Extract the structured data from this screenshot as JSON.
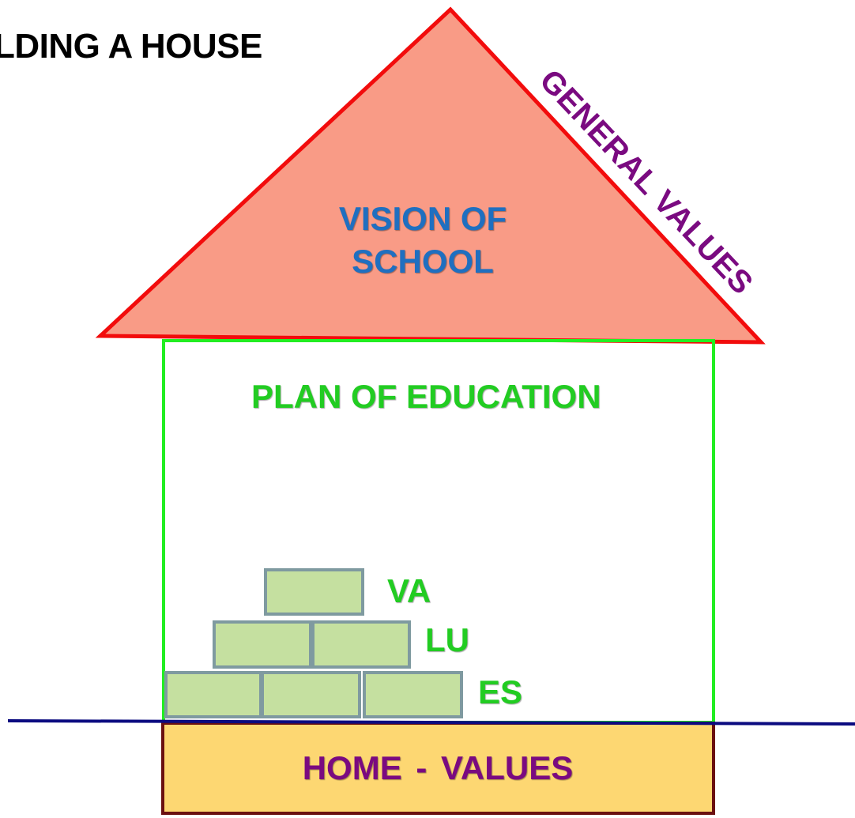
{
  "title": "LDING A HOUSE",
  "roof": {
    "label": "GENERAL VALUES",
    "inner_line1": "VISION OF",
    "inner_line2": "SCHOOL"
  },
  "body": {
    "label": "PLAN OF EDUCATION"
  },
  "bricks": {
    "label_row1": "VA",
    "label_row2": "LU",
    "label_row3": "ES"
  },
  "foundation": {
    "label": "HOME - VALUES"
  },
  "colors": {
    "roof_fill": "#f99b86",
    "roof_stroke": "#f20c0c",
    "wall_stroke": "#22ee22",
    "brick_fill": "#c5e0a0",
    "brick_stroke": "#7f9aa0",
    "ground_line": "#0b0b80",
    "foundation_fill": "#fdd772",
    "foundation_stroke": "#6b1010",
    "vision_text": "#1f6fc0",
    "plan_text": "#22cc22",
    "general_values_text": "#7a0a80",
    "home_text": "#7a0a80"
  }
}
